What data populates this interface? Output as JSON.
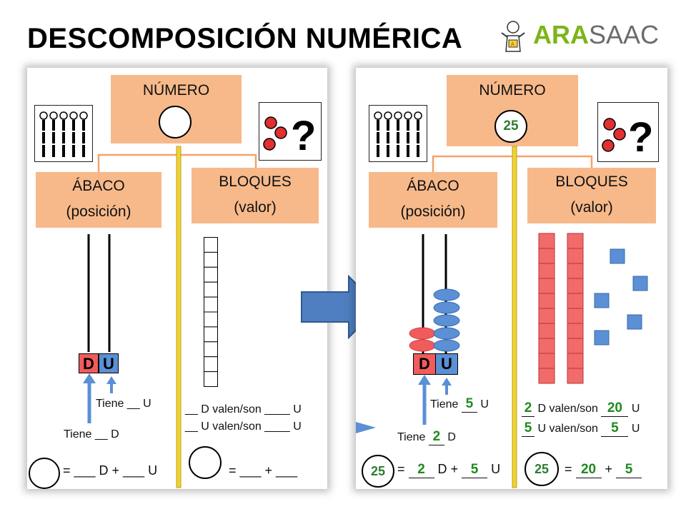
{
  "header": {
    "title": "DESCOMPOSICIÓN NUMÉRICA",
    "logo_ara": "ARA",
    "logo_saac": "SAAC"
  },
  "colors": {
    "box_orange": "#f7b98a",
    "red": "#f15b5b",
    "blue": "#5b8fd6",
    "yellow_bar": "#f2d230",
    "green": "#1e8a1e",
    "arrow_blue": "#3f6fb0"
  },
  "left": {
    "numero": "NÚMERO",
    "abaco_1": "ÁBACO",
    "abaco_2": "(posición)",
    "bloques_1": "BLOQUES",
    "bloques_2": "(valor)",
    "d": "D",
    "u": "U",
    "tiene_u": "Tiene __ U",
    "tiene_d": "Tiene __ D",
    "line_d": "__ D valen/son ____ U",
    "line_u": "__ U valen/son ____ U",
    "eq_main": "= ___ D + ___ U",
    "eq_val": "= ___ + ___"
  },
  "right": {
    "numero": "NÚMERO",
    "number": "25",
    "abaco_1": "ÁBACO",
    "abaco_2": "(posición)",
    "bloques_1": "BLOQUES",
    "bloques_2": "(valor)",
    "d": "D",
    "u": "U",
    "tiene": "Tiene",
    "tiene_u_val": "5",
    "tiene_d_val": "2",
    "d_val": "2",
    "d_valen": "D valen/son",
    "d_total": "20",
    "u_val": "5",
    "u_valen": "U valen/son",
    "u_total": "5",
    "eq_circle": "25",
    "eq_d": "2",
    "eq_u": "5",
    "eq2_circle": "25",
    "eq2_a": "20",
    "eq2_b": "5",
    "plus": "+",
    "equals": "=",
    "letter_d": "D",
    "letter_u": "U"
  }
}
